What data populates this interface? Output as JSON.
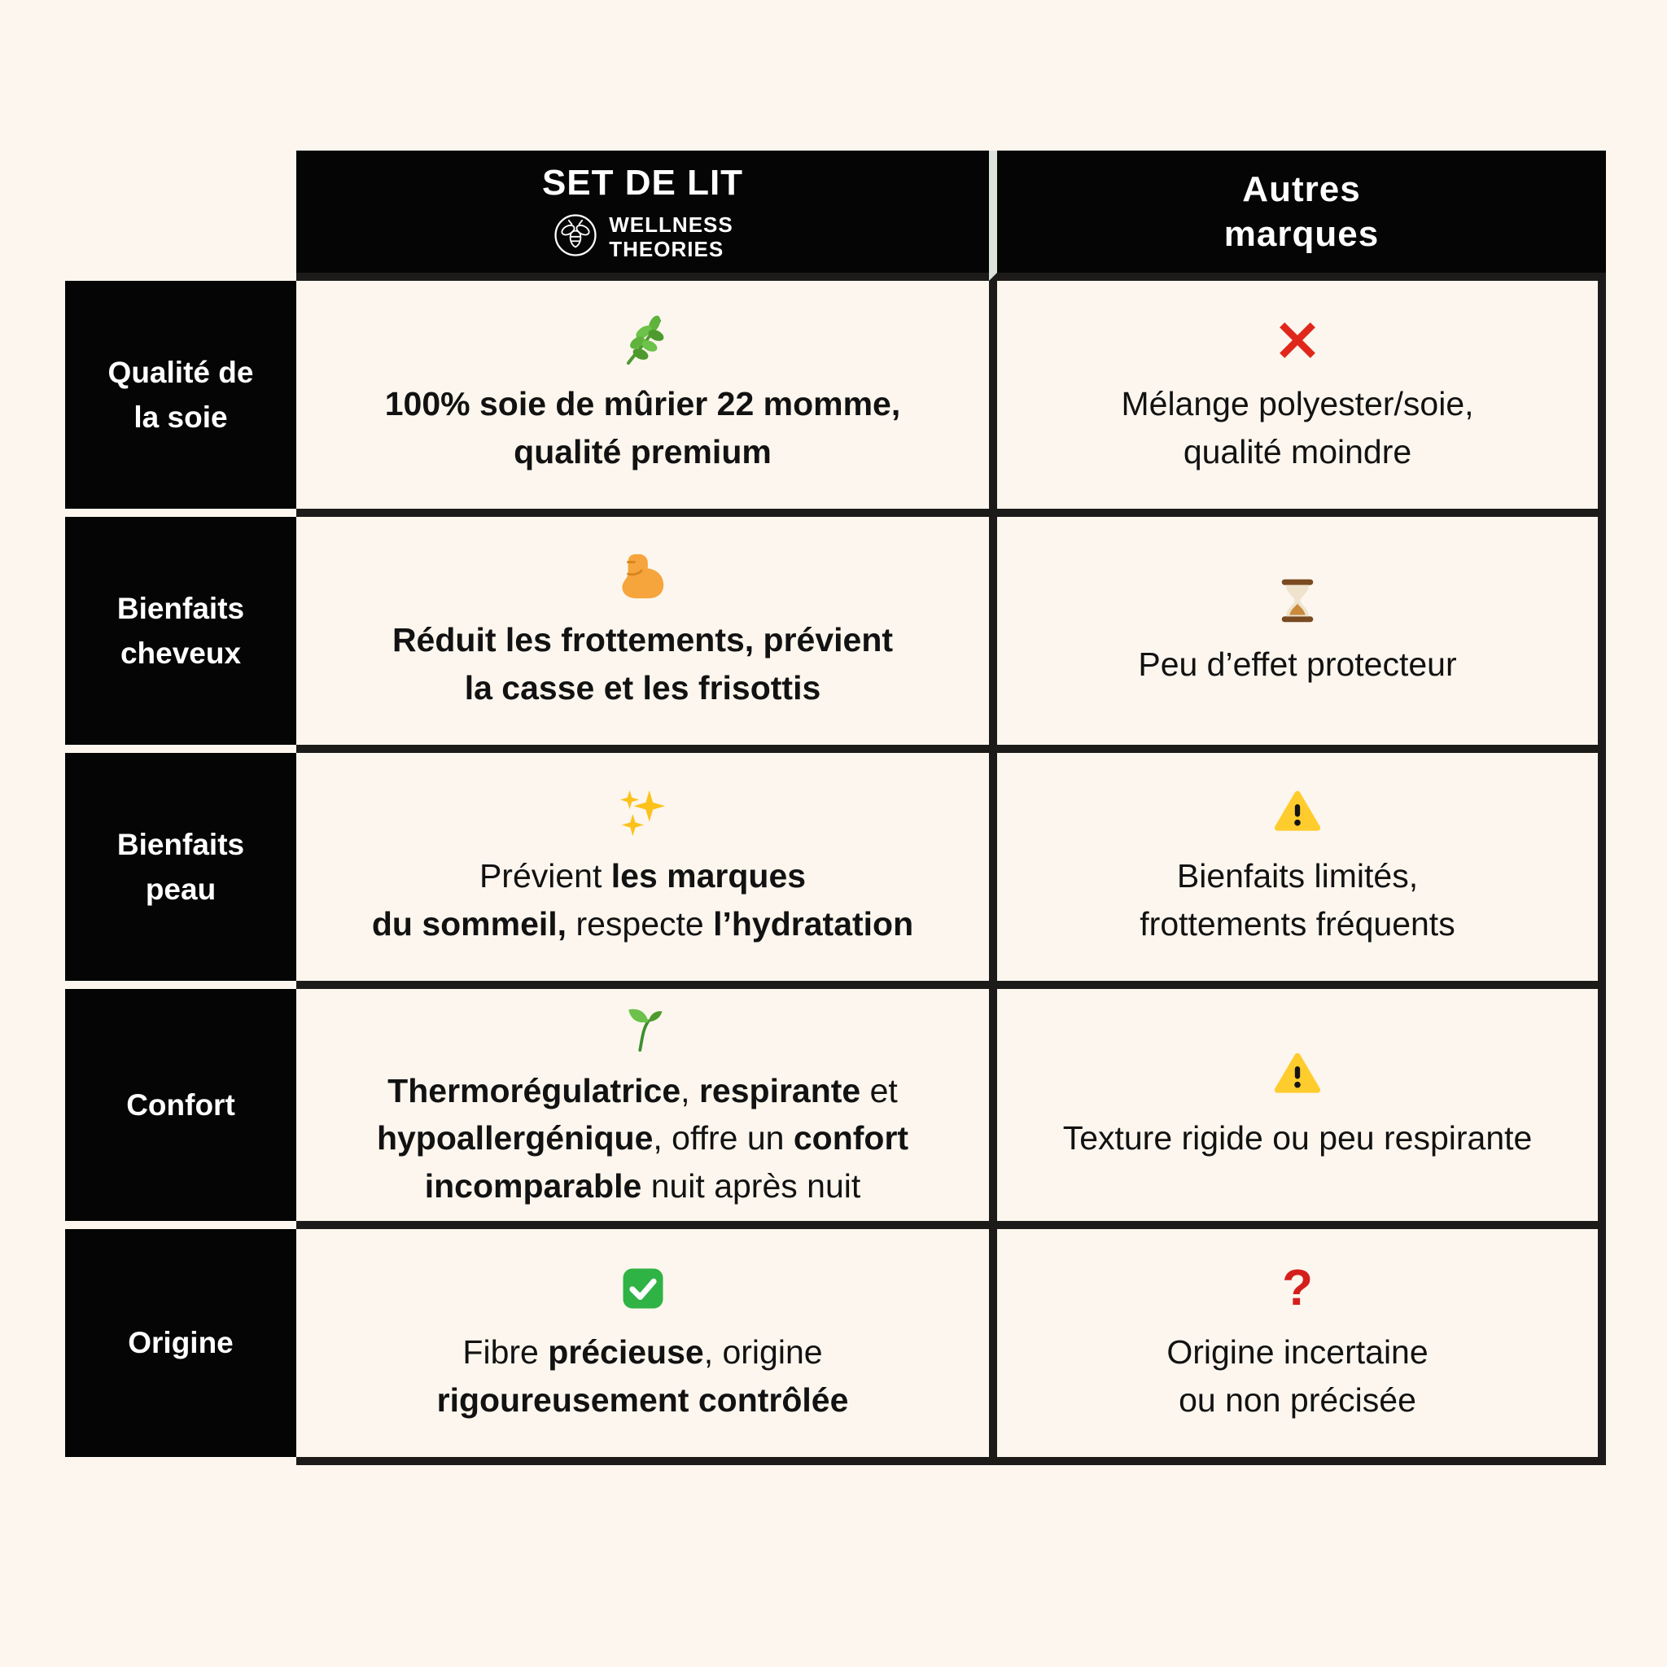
{
  "title_header": {
    "product_title": "SET DE LIT",
    "brand_logo": "bee-logo-icon",
    "brand_name_line1": "WELLNESS",
    "brand_name_line2": "THEORIES",
    "competitor_title": "Autres\nmarques"
  },
  "rows": [
    {
      "label": "Qualité de\nla soie",
      "left": {
        "icon": "herb-icon",
        "segments": [
          {
            "text": "100% soie de mûrier 22 momme,\nqualité premium",
            "bold": true
          }
        ]
      },
      "right": {
        "icon": "cross-mark-icon",
        "segments": [
          {
            "text": "Mélange polyester/soie,\nqualité moindre",
            "bold": false
          }
        ]
      }
    },
    {
      "label": "Bienfaits\ncheveux",
      "left": {
        "icon": "flexed-biceps-icon",
        "segments": [
          {
            "text": "Réduit les frottements, prévient\nla casse et les frisottis",
            "bold": true
          }
        ]
      },
      "right": {
        "icon": "hourglass-icon",
        "segments": [
          {
            "text": "Peu d’effet protecteur",
            "bold": false
          }
        ]
      }
    },
    {
      "label": "Bienfaits\npeau",
      "left": {
        "icon": "sparkles-icon",
        "segments": [
          {
            "text": "Prévient ",
            "bold": false
          },
          {
            "text": "les marques\ndu sommeil,",
            "bold": true
          },
          {
            "text": " respecte ",
            "bold": false
          },
          {
            "text": "l’hydratation",
            "bold": true
          }
        ]
      },
      "right": {
        "icon": "warning-icon",
        "segments": [
          {
            "text": "Bienfaits limités,\nfrottements fréquents",
            "bold": false
          }
        ]
      }
    },
    {
      "label": "Confort",
      "left": {
        "icon": "seedling-icon",
        "segments": [
          {
            "text": "Thermorégulatrice",
            "bold": true
          },
          {
            "text": ", ",
            "bold": false
          },
          {
            "text": "respirante",
            "bold": true
          },
          {
            "text": " et\n",
            "bold": false
          },
          {
            "text": "hypoallergénique",
            "bold": true
          },
          {
            "text": ", offre un ",
            "bold": false
          },
          {
            "text": "confort\nincomparable",
            "bold": true
          },
          {
            "text": " nuit après nuit",
            "bold": false
          }
        ]
      },
      "right": {
        "icon": "warning-icon",
        "segments": [
          {
            "text": "Texture rigide ou peu respirante",
            "bold": false
          }
        ]
      }
    },
    {
      "label": "Origine",
      "left": {
        "icon": "check-mark-button-icon",
        "segments": [
          {
            "text": "Fibre ",
            "bold": false
          },
          {
            "text": "précieuse",
            "bold": true
          },
          {
            "text": ", origine\n",
            "bold": false
          },
          {
            "text": "rigoureusement contrôlée",
            "bold": true
          }
        ]
      },
      "right": {
        "icon": "red-question-mark-icon",
        "segments": [
          {
            "text": "Origine incertaine\nou non précisée",
            "bold": false
          }
        ]
      }
    }
  ],
  "colors": {
    "page_background": "#FCF6EE",
    "cell_black": "#050505",
    "grid_line": "#1C1B19",
    "header_divider": "#DCE2DC",
    "text_dark": "#121212",
    "text_white": "#FFFFFF",
    "red_accent": "#D51F1C",
    "warning_yellow": "#FFCC2E",
    "check_green": "#2FB344"
  }
}
